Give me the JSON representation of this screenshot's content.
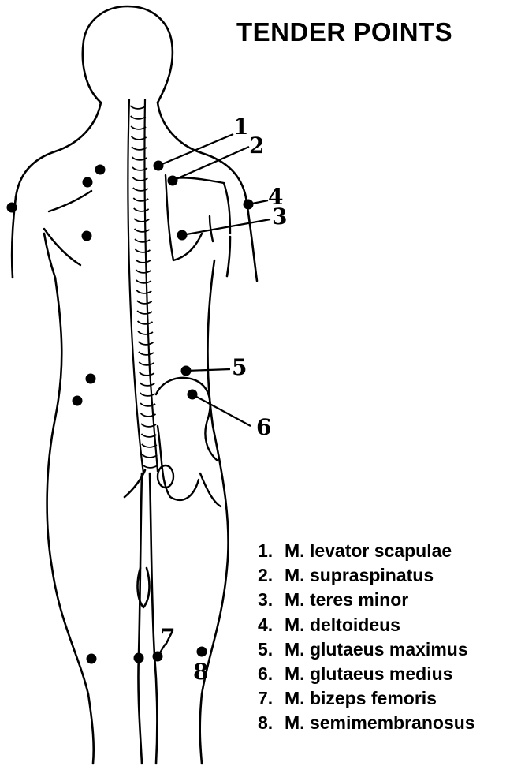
{
  "title": "TENDER POINTS",
  "legend": [
    {
      "num": "1.",
      "muscle": "M. levator scapulae"
    },
    {
      "num": "2.",
      "muscle": "M. supraspinatus"
    },
    {
      "num": "3.",
      "muscle": "M. teres minor"
    },
    {
      "num": "4.",
      "muscle": "M. deltoideus"
    },
    {
      "num": "5.",
      "muscle": "M. glutaeus maximus"
    },
    {
      "num": "6.",
      "muscle": "M. glutaeus medius"
    },
    {
      "num": "7.",
      "muscle": "M. bizeps femoris"
    },
    {
      "num": "8.",
      "muscle": "M. semimembranosus"
    }
  ],
  "callouts": [
    "1",
    "2",
    "3",
    "4",
    "5",
    "6",
    "7",
    "8"
  ]
}
